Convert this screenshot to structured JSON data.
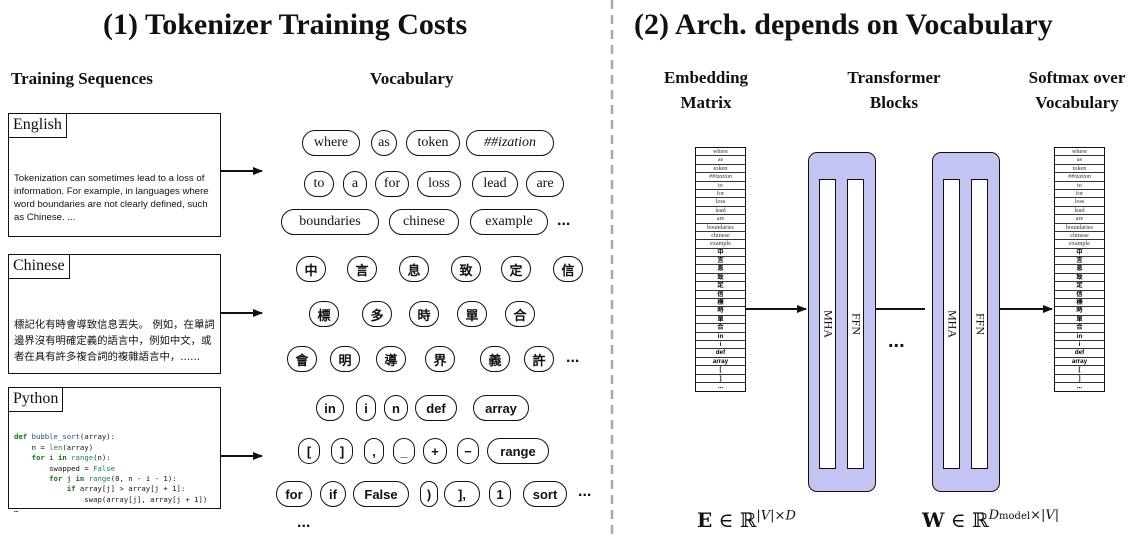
{
  "left": {
    "title": "(1) Tokenizer Training Costs",
    "header_sequences": "Training Sequences",
    "header_vocab": "Vocabulary",
    "cards": [
      {
        "label": "English",
        "text": "Tokenization can sometimes lead to a loss of information. For example, in languages where word boundaries are not clearly defined, such as Chinese. ..."
      },
      {
        "label": "Chinese",
        "text": "標記化有時會導致信息丟失。 例如，在單詞邊界沒有明確定義的語言中，例如中文，或者在具有許多複合詞的複雜語言中，......"
      },
      {
        "label": "Python",
        "code_lines": [
          "def bubble_sort(array):",
          "    n = len(array)",
          "    for i in range(n):",
          "        swapped = False",
          "        for j in range(0, n - i - 1):",
          "            if array[j] > array[j + 1]:",
          "                swap(array[j], array[j + 1])",
          "…"
        ]
      }
    ],
    "vocab_english": [
      [
        "where",
        "as",
        "token",
        "##ization"
      ],
      [
        "to",
        "a",
        "for",
        "loss",
        "lead",
        "are"
      ],
      [
        "boundaries",
        "chinese",
        "example"
      ]
    ],
    "vocab_chinese": [
      [
        "中",
        "言",
        "息",
        "致",
        "定",
        "信"
      ],
      [
        "標",
        "多",
        "時",
        "單",
        "合"
      ],
      [
        "會",
        "明",
        "導",
        "界",
        "義",
        "許"
      ]
    ],
    "vocab_python": [
      [
        "in",
        "i",
        "n",
        "def",
        "array"
      ],
      [
        "[",
        "]",
        ",",
        "_",
        "+",
        "−",
        "range"
      ],
      [
        "for",
        "if",
        "False",
        ")",
        "],",
        "1",
        "sort"
      ]
    ],
    "ellipsis": "...",
    "bottom_ellipsis": "..."
  },
  "right": {
    "title": "(2) Arch. depends on Vocabulary",
    "header_embedding": "Embedding Matrix",
    "header_blocks": "Transformer Blocks",
    "header_softmax": "Softmax over Vocabulary",
    "vocab_column": [
      "where",
      "as",
      "token",
      "##ization",
      "to",
      "for",
      "loss",
      "lead",
      "are",
      "boundaries",
      "chinese",
      "example",
      "中",
      "言",
      "息",
      "致",
      "定",
      "信",
      "標",
      "時",
      "單",
      "合",
      "in",
      "i",
      "def",
      "array",
      "[",
      "]",
      "..."
    ],
    "block_labels": [
      "MHA",
      "FFN"
    ],
    "middle_ellipsis": "...",
    "eq_embedding": "E ∈ ℝ^{|V|×D}",
    "eq_unembedding": "W ∈ ℝ^{D_model×|V|}"
  },
  "colors": {
    "block_fill": "#c4c4f2",
    "divider": "#aaaaaa",
    "keyword": "#0a7a0a"
  }
}
